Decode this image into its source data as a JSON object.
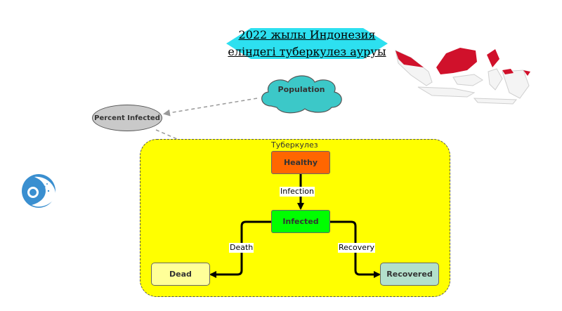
{
  "title": {
    "line1": "2022 жылы Индонезия",
    "line2": "еліндегі туберкулез ауруы"
  },
  "nodes": {
    "population": "Population",
    "percent_infected": "Percent Infected",
    "container": "Туберкулез",
    "healthy": "Healthy",
    "infected": "Infected",
    "dead": "Dead",
    "recovered": "Recovered"
  },
  "edges": {
    "infection": "Infection",
    "death": "Death",
    "recovery": "Recovery"
  },
  "colors": {
    "title_bg": "#2de0f0",
    "cloud": "#3cc8c8",
    "container": "#ffff00",
    "healthy": "#ff6600",
    "infected": "#00ff00",
    "dead": "#ffff99",
    "recovered": "#b3e0cc",
    "map_red": "#d0112b"
  },
  "icons": {
    "map": "indonesia-map-icon",
    "logo": "moon-logo-icon"
  }
}
